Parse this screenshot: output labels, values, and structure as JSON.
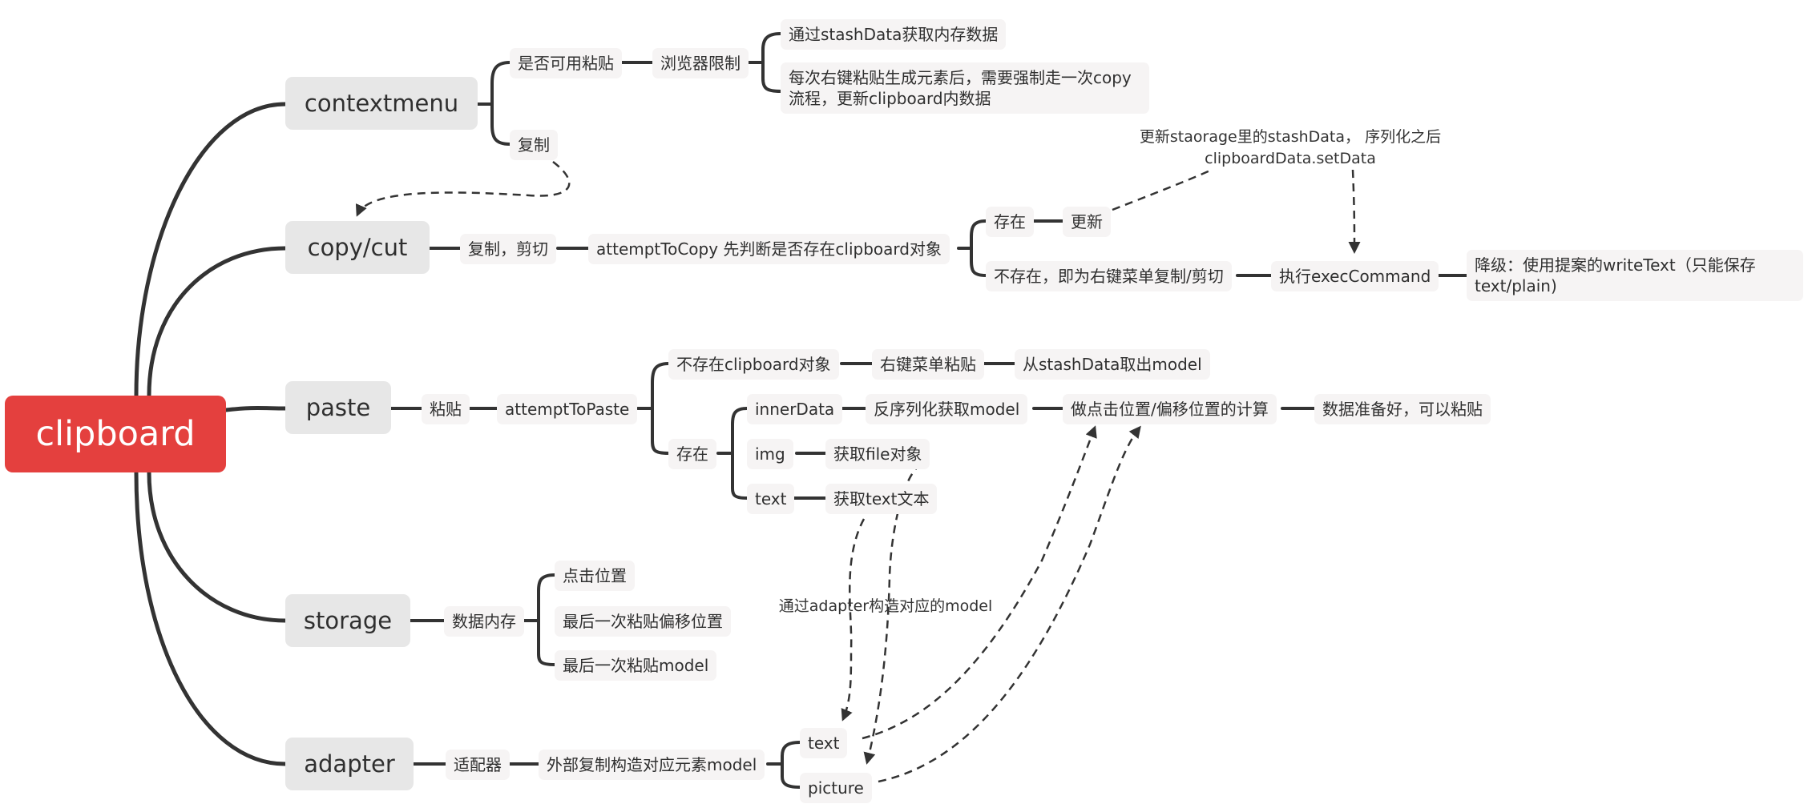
{
  "root": {
    "label": "clipboard"
  },
  "branches": {
    "contextmenu": {
      "label": "contextmenu",
      "paste_available": "是否可用粘贴",
      "browser_limit": "浏览器限制",
      "via_stash": "通过stashData获取内存数据",
      "force_copy": "每次右键粘贴生成元素后，需要强制走一次copy流程，更新clipboard内数据",
      "copy": "复制"
    },
    "copycut": {
      "label": "copy/cut",
      "copy_cut": "复制，剪切",
      "attempt_copy": "attemptToCopy 先判断是否存在clipboard对象",
      "exists": "存在",
      "update": "更新",
      "not_exists": "不存在，即为右键菜单复制/剪切",
      "exec": "执行execCommand",
      "fallback": "降级：使用提案的writeText（只能保存text/plain)",
      "note_update_storage": "更新staorage里的stashData， 序列化之后\nclipboardData.setData"
    },
    "paste": {
      "label": "paste",
      "paste": "粘贴",
      "attempt_paste": "attemptToPaste",
      "no_clipboard": "不存在clipboard对象",
      "right_click_paste": "右键菜单粘贴",
      "from_stash": "从stashData取出model",
      "exists": "存在",
      "inner_data": "innerData",
      "deserialize": "反序列化获取model",
      "compute": "做点击位置/偏移位置的计算",
      "ready": "数据准备好，可以粘贴",
      "img": "img",
      "get_file": "获取file对象",
      "text": "text",
      "get_text": "获取text文本",
      "note_adapter": "通过adapter构造对应的model"
    },
    "storage": {
      "label": "storage",
      "memory": "数据内存",
      "click_pos": "点击位置",
      "last_offset": "最后一次粘贴偏移位置",
      "last_model": "最后一次粘贴model"
    },
    "adapter": {
      "label": "adapter",
      "adapter": "适配器",
      "external": "外部复制构造对应元素model",
      "text": "text",
      "picture": "picture"
    }
  },
  "colors": {
    "root": "#e4403e",
    "line": "#333333",
    "main_node": "#e7e7e7",
    "sub_node": "#f6f4f4"
  }
}
